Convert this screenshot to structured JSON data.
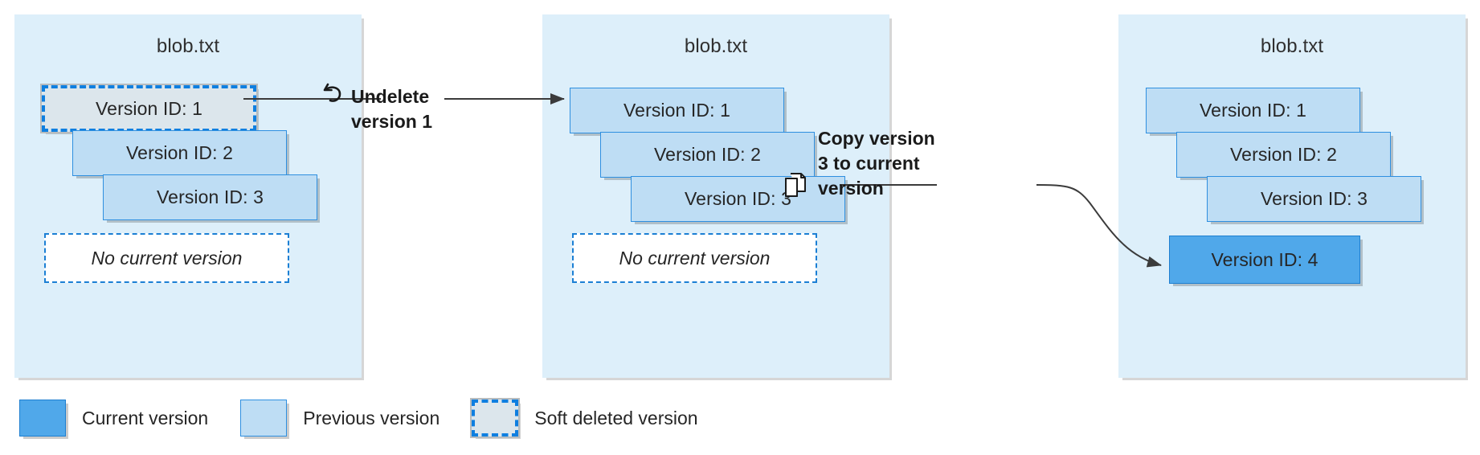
{
  "diagram": {
    "title_text": "blob.txt",
    "colors": {
      "panel_background": "#DDEFFA",
      "previous_version_fill": "#BEDDF4",
      "previous_version_border": "#2E8FE0",
      "current_version_fill": "#50A8EA",
      "current_version_border": "#1E7FD0",
      "soft_deleted_fill": "#DCE6EC",
      "soft_deleted_border": "#0F7FE0",
      "connector_stroke": "#3B3B3B"
    }
  },
  "panels": [
    {
      "name": "panel-one",
      "title": "blob.txt",
      "versions": [
        {
          "label": "Version ID: 1",
          "state": "soft-deleted"
        },
        {
          "label": "Version ID: 2",
          "state": "previous"
        },
        {
          "label": "Version ID: 3",
          "state": "previous"
        }
      ],
      "current_slot": "No current version"
    },
    {
      "name": "panel-two",
      "title": "blob.txt",
      "versions": [
        {
          "label": "Version ID: 1",
          "state": "previous"
        },
        {
          "label": "Version ID: 2",
          "state": "previous"
        },
        {
          "label": "Version ID: 3",
          "state": "previous"
        }
      ],
      "current_slot": "No current version"
    },
    {
      "name": "panel-three",
      "title": "blob.txt",
      "versions": [
        {
          "label": "Version ID: 1",
          "state": "previous"
        },
        {
          "label": "Version ID: 2",
          "state": "previous"
        },
        {
          "label": "Version ID: 3",
          "state": "previous"
        }
      ],
      "current_version": {
        "label": "Version ID: 4",
        "state": "current"
      }
    }
  ],
  "steps": [
    {
      "name": "undelete-step",
      "label": "Undelete\nversion 1",
      "icon": "undo-icon"
    },
    {
      "name": "copy-step",
      "label": "Copy version\n3 to current\nversion",
      "icon": "copy-icon"
    }
  ],
  "legend": {
    "items": [
      {
        "label": "Current version",
        "swatch": "current"
      },
      {
        "label": "Previous version",
        "swatch": "previous"
      },
      {
        "label": "Soft deleted version",
        "swatch": "softdeleted"
      }
    ]
  }
}
